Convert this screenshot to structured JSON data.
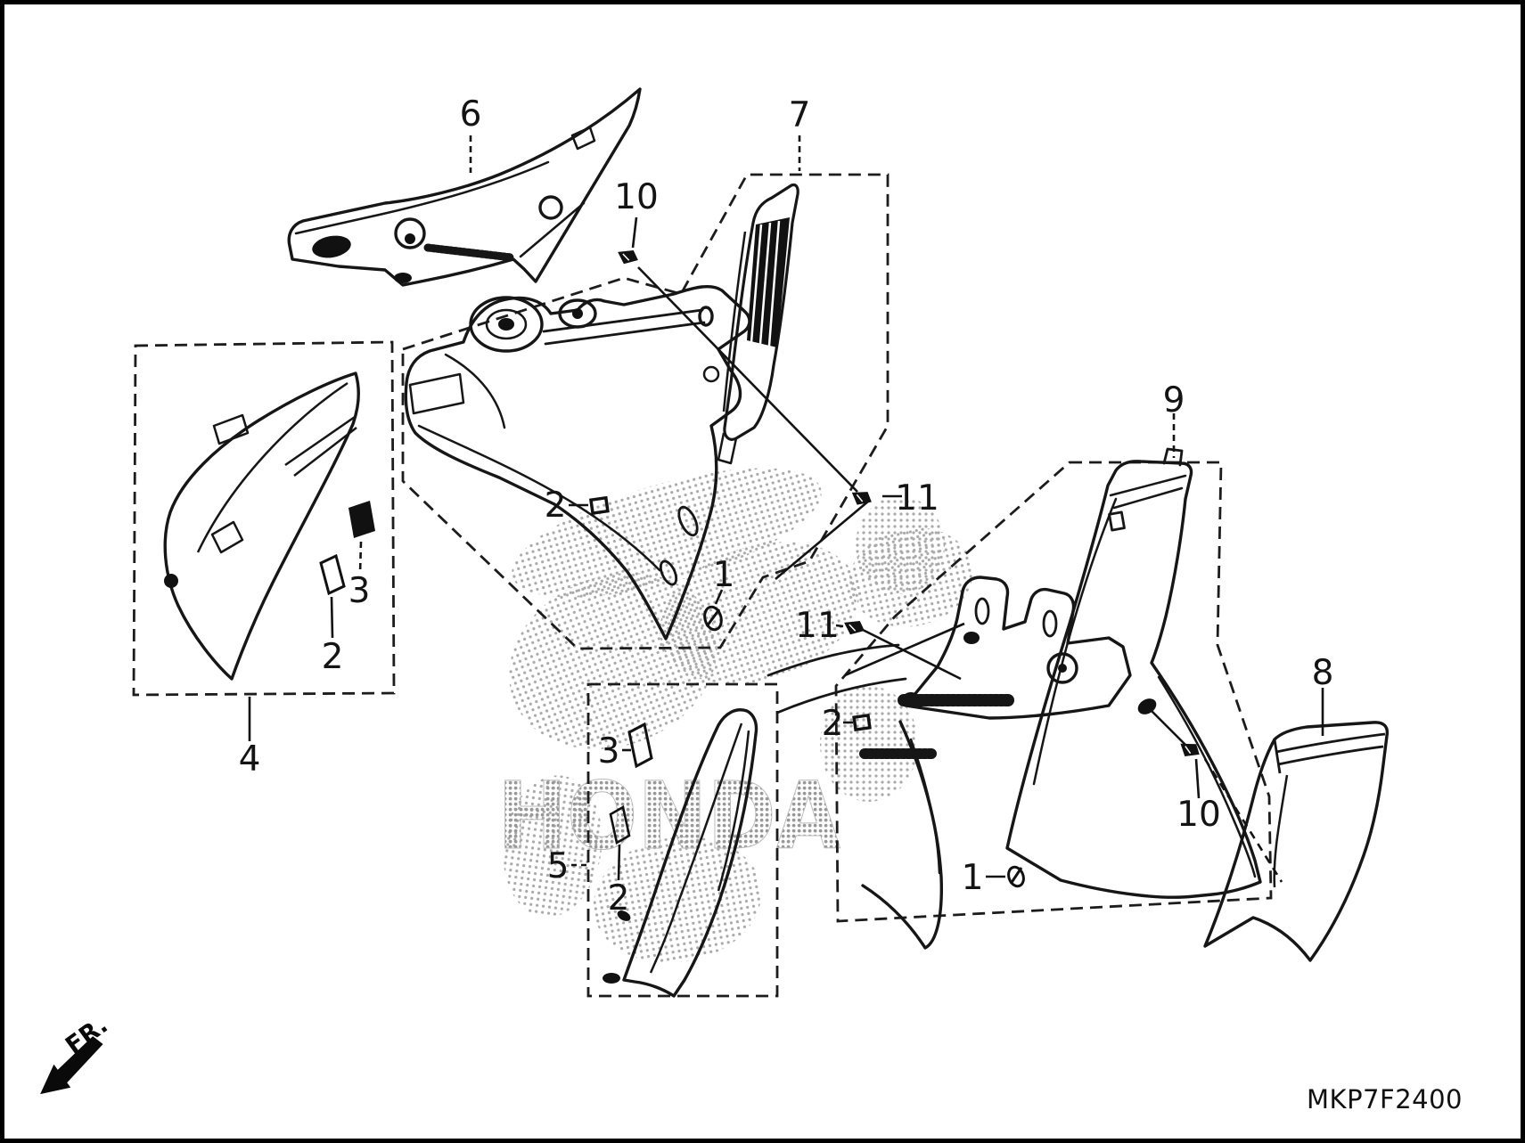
{
  "diagram": {
    "code": "MKP7F2400",
    "direction_label": "FR.",
    "watermark": "HONDA",
    "colors": {
      "line": "#161616",
      "halftone": "#9c9c9c",
      "background": "#ffffff"
    },
    "callouts": [
      {
        "label": "6"
      },
      {
        "label": "7"
      },
      {
        "label": "10"
      },
      {
        "label": "2"
      },
      {
        "label": "1"
      },
      {
        "label": "11"
      },
      {
        "label": "11"
      },
      {
        "label": "2"
      },
      {
        "label": "3"
      },
      {
        "label": "2"
      },
      {
        "label": "4"
      },
      {
        "label": "3"
      },
      {
        "label": "5"
      },
      {
        "label": "2"
      },
      {
        "label": "9"
      },
      {
        "label": "8"
      },
      {
        "label": "10"
      },
      {
        "label": "1"
      }
    ]
  }
}
